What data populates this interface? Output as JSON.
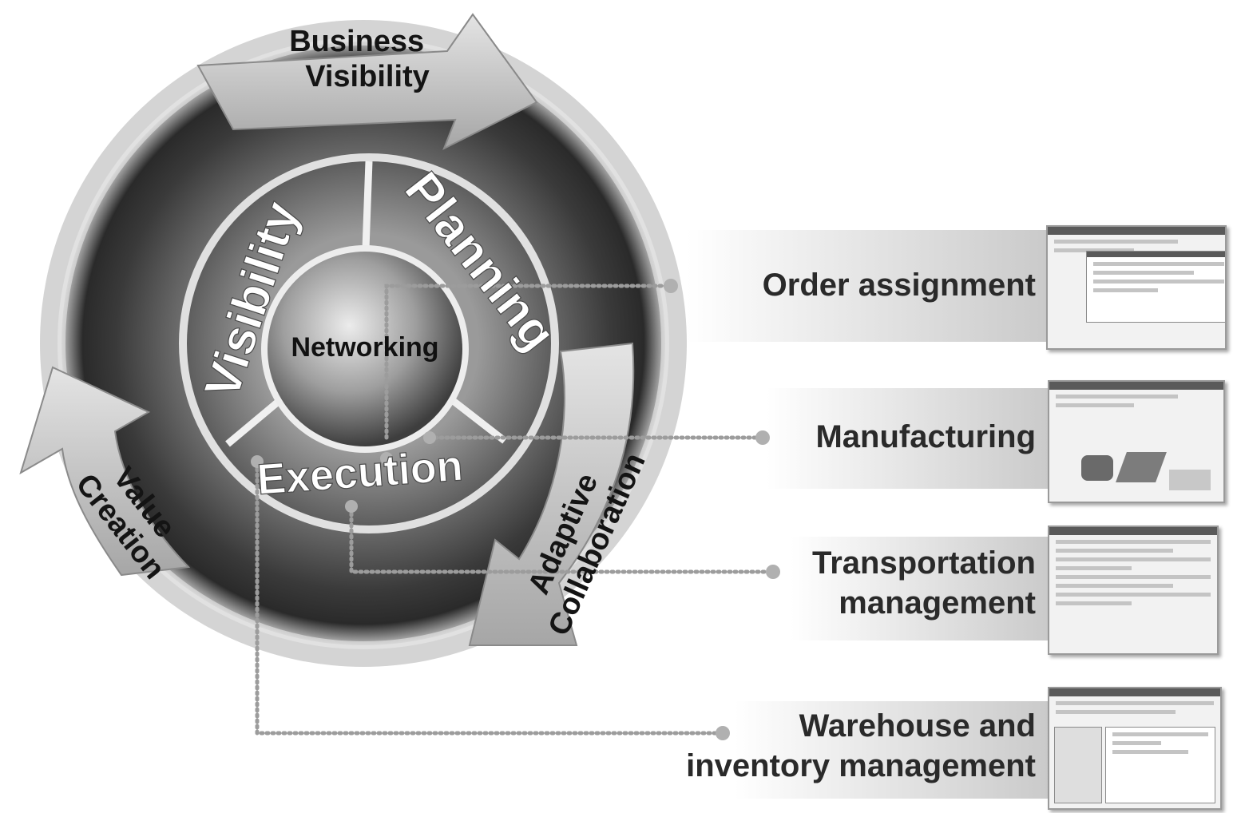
{
  "cycle": {
    "arrows": [
      {
        "id": "business-visibility",
        "label_lines": [
          "Business",
          "Visibility"
        ]
      },
      {
        "id": "adaptive-collaboration",
        "label_lines": [
          "Adaptive",
          "Collaboration"
        ]
      },
      {
        "id": "value-creation",
        "label_lines": [
          "Value",
          "Creation"
        ]
      }
    ],
    "segments": [
      {
        "id": "visibility",
        "label": "Visibility"
      },
      {
        "id": "planning",
        "label": "Planning"
      },
      {
        "id": "execution",
        "label": "Execution"
      }
    ],
    "hub": {
      "label": "Networking"
    }
  },
  "features": [
    {
      "id": "order-assignment",
      "label": "Order assignment"
    },
    {
      "id": "manufacturing",
      "label": "Manufacturing"
    },
    {
      "id": "transportation-management",
      "label": "Transportation\nmanagement"
    },
    {
      "id": "warehouse-inventory-management",
      "label": "Warehouse and\ninventory management"
    }
  ],
  "colors": {
    "ring_dark": "#3a3a3a",
    "ring_light": "#d8d8d8",
    "arrow_fill": "#bcbcbc",
    "connector": "#9c9c9c"
  }
}
